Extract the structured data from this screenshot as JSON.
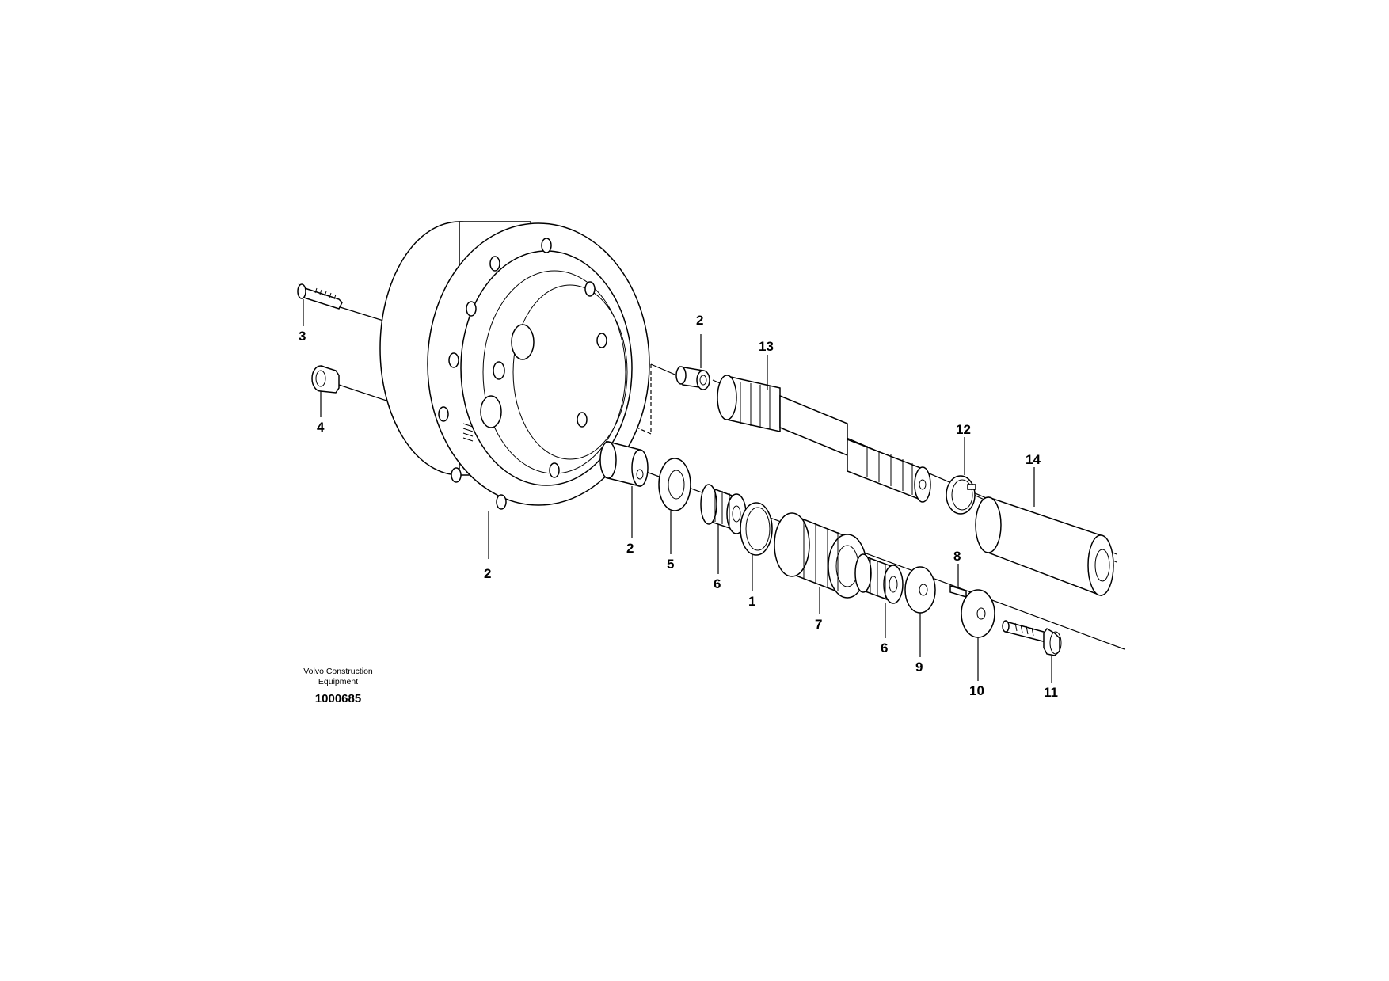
{
  "manufacturer_line1": "Volvo Construction",
  "manufacturer_line2": "Equipment",
  "drawing_number": "1000685",
  "callouts": {
    "c3": "3",
    "c4": "4",
    "c2_housing": "2",
    "c2_spacer": "2",
    "c2_pin": "2",
    "c13": "13",
    "c12": "12",
    "c14": "14",
    "c5": "5",
    "c6_left": "6",
    "c1": "1",
    "c7": "7",
    "c6_right": "6",
    "c8": "8",
    "c9": "9",
    "c10": "10",
    "c11": "11"
  }
}
